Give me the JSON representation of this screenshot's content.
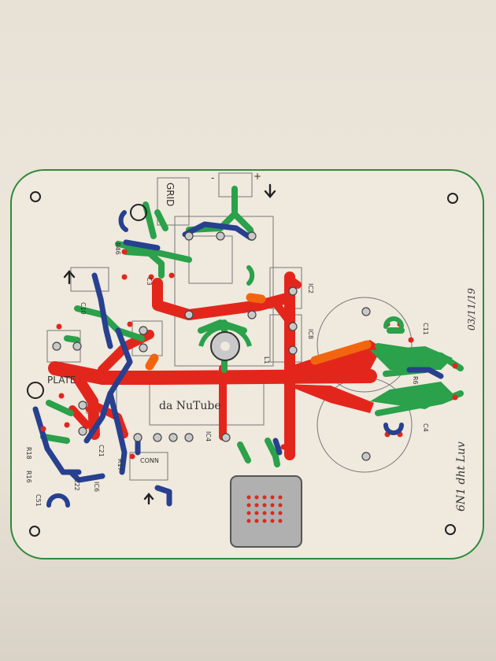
{
  "board": {
    "title": "da NuTube",
    "signature": "6N1 dht Luv",
    "date": "03/11/19"
  },
  "labels": {
    "grid": "GRID",
    "plate": "PLATE",
    "ic2": "IC2",
    "ic8": "IC8",
    "ic4": "IC4",
    "ic6": "IC6",
    "l1": "L1",
    "c3": "C3",
    "c4": "C4",
    "c10": "C10",
    "c11": "C11",
    "c21": "C21",
    "c22": "C22",
    "c51": "C51",
    "r6": "R6",
    "r16": "R16",
    "r17": "R17",
    "r18": "R18",
    "r46": "R46",
    "conn": "CONN",
    "plus": "+",
    "minus": "-"
  },
  "colors": {
    "paper": "#e9e3d8",
    "outline": "#2e8b3a",
    "red": "#e3261c",
    "orange": "#f2650f",
    "green": "#2aa14a",
    "blue": "#27408f",
    "pad": "#c9c9c9"
  }
}
